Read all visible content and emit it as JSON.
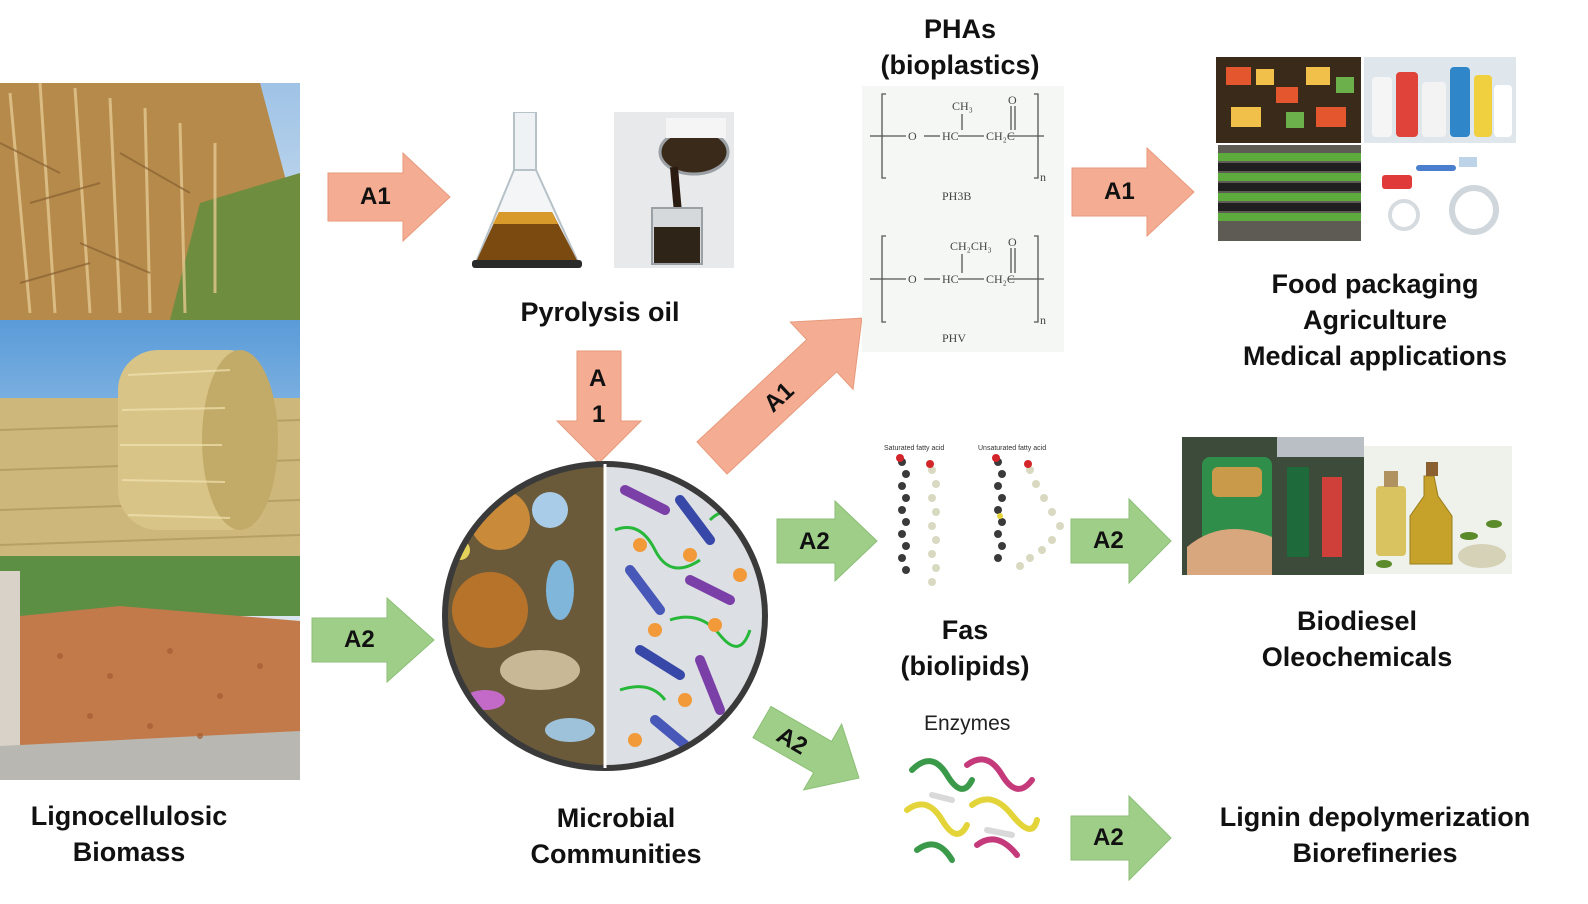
{
  "labels": {
    "biomass": [
      "Lignocellulosic",
      "Biomass"
    ],
    "pyrolysis": "Pyrolysis oil",
    "microbial": [
      "Microbial",
      "Communities"
    ],
    "phas": [
      "PHAs",
      "(bioplastics)"
    ],
    "fas": [
      "Fas",
      "(biolipids)"
    ],
    "enzymes": "Enzymes",
    "pha_uses": [
      "Food packaging",
      "Agriculture",
      "Medical applications"
    ],
    "fa_uses": [
      "Biodiesel",
      "Oleochemicals"
    ],
    "enzyme_uses": [
      "Lignin depolymerization",
      "Biorefineries"
    ]
  },
  "arrows": {
    "biomass_to_pyro": "A1",
    "pyro_to_microbial": [
      "A",
      "1"
    ],
    "microbial_to_pha": "A1",
    "pha_to_uses": "A1",
    "biomass_to_microbial": "A2",
    "microbial_to_fas": "A2",
    "fas_to_uses": "A2",
    "microbial_to_enzymes": "A2",
    "enzymes_to_uses": "A2"
  },
  "chemistry": {
    "ph3b": "PH3B",
    "phv": "PHV",
    "ch3": "CH₃",
    "ch2ch3": "CH₂CH₃",
    "hc": "HC",
    "ch2c": "CH₂C",
    "o": "O",
    "n": "n",
    "saturated": "Saturated fatty acid",
    "unsaturated": "Unsaturated fatty acid"
  },
  "colors": {
    "a1": "#f4ac92",
    "a2": "#9fce89"
  }
}
